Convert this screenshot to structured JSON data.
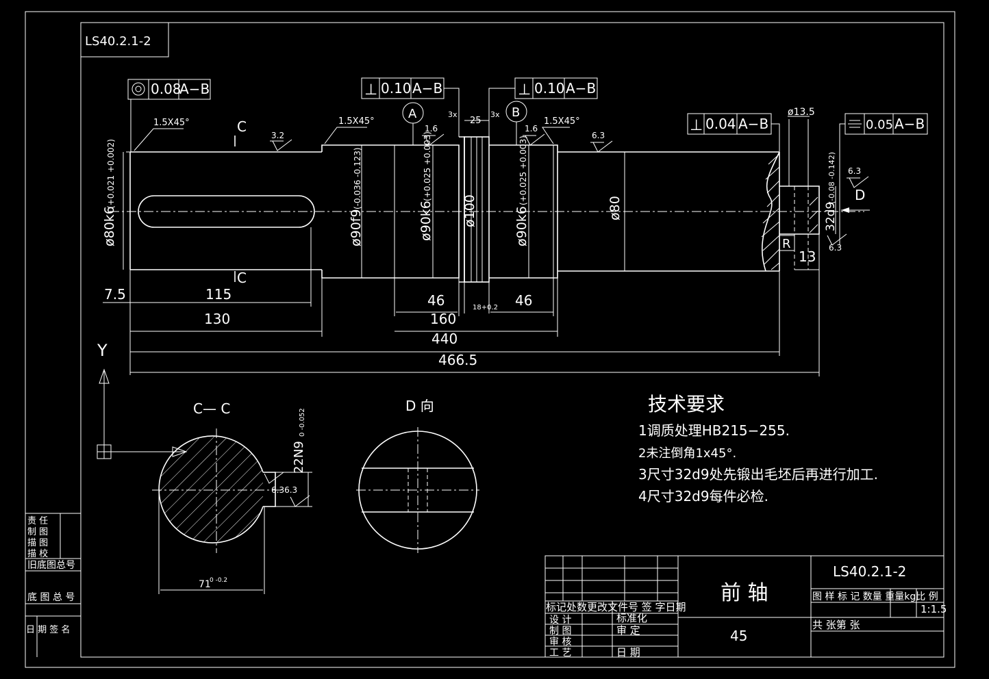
{
  "drawing_number": "LS40.2.1-2",
  "drawing_number_box": "LS40.2.1-2",
  "part_name": "前  轴",
  "material": "45",
  "scale": "1:1.5",
  "tolerance_frames": {
    "coaxial": {
      "symbol": "◎",
      "value": "0.08",
      "datum": "A−B"
    },
    "perp_a": {
      "symbol": "⊥",
      "value": "0.10",
      "datum": "A−B"
    },
    "perp_b": {
      "symbol": "⊥",
      "value": "0.10",
      "datum": "A−B"
    },
    "perp_c": {
      "symbol": "⊥",
      "value": "0.04",
      "datum": "A−B"
    },
    "sym": {
      "symbol": "⌯",
      "value": "0.05",
      "datum": "A−B"
    }
  },
  "datums": {
    "a": "A",
    "b": "B"
  },
  "section_marks": {
    "c_top": "C",
    "c_bottom": "C",
    "d": "D",
    "r": "R"
  },
  "notes_small": {
    "chamfer_left": "1.5X45°",
    "chamfer_mid": "1.5X45°",
    "chamfer_right": "1.5X45°",
    "rough_32": "3.2",
    "rough_16a": "1.6",
    "rough_16b": "1.6",
    "rough_63a": "6.3",
    "rough_63b": "6.3",
    "rough_63c": "6.3",
    "rough_63d": "6.36.3",
    "gap_3x_a": "3x",
    "gap_3x_b": "3x",
    "gap_25": "25",
    "dia_135": "ø13.5",
    "groove_18": "18+0.2",
    "key_71": "71",
    "key_71_tol": "0  -0.2",
    "key_22": "22N9",
    "key_22_tol": "0  -0.052"
  },
  "diameters": {
    "d80k6": "ø80k6",
    "d80k6_tol": "(+0.021  +0.002)",
    "d90f9": "ø90f9",
    "d90f9_tol": "(-0.036  -0.123)",
    "d90k6a": "ø90k6",
    "d90k6a_tol": "(+0.025  +0.003)",
    "d100": "ø100",
    "d90k6b": "ø90k6",
    "d90k6b_tol": "(+0.025  +0.003)",
    "d80": "ø80",
    "d32d9": "32d9",
    "d32d9_tol": "(-0.08  -0.142)"
  },
  "dimensions": {
    "d7_5": "7.5",
    "d115": "115",
    "d46a": "46",
    "d46b": "46",
    "d130": "130",
    "d160": "160",
    "d440": "440",
    "d466_5": "466.5",
    "d13": "13"
  },
  "axis_label": "Y",
  "views": {
    "cc": "C— C",
    "d": "D  向"
  },
  "tech_requirements": {
    "title": "技术要求",
    "items": [
      "1调质处理HB215−255.",
      "2未注倒角1x45°.",
      "3尺寸32d9处先锻出毛坯后再进行加工.",
      "4尺寸32d9每件必检."
    ]
  },
  "left_block": {
    "rows": [
      "责 任",
      "制 图",
      "描 图",
      "描 校",
      "旧底图总号",
      "底 图 总 号",
      "日 期  签  名"
    ]
  },
  "title_block": {
    "header_row": "标记处数更改文件号  签 字日期",
    "design": "设 计",
    "draw": "制 图",
    "review": "审 核",
    "process": "工 艺",
    "standard": "标准化",
    "approve": "审 定",
    "date": "日 期",
    "info_header": "图 样 标 记 数量 重量kg比 例",
    "sheet_row": "共       张第       张"
  }
}
